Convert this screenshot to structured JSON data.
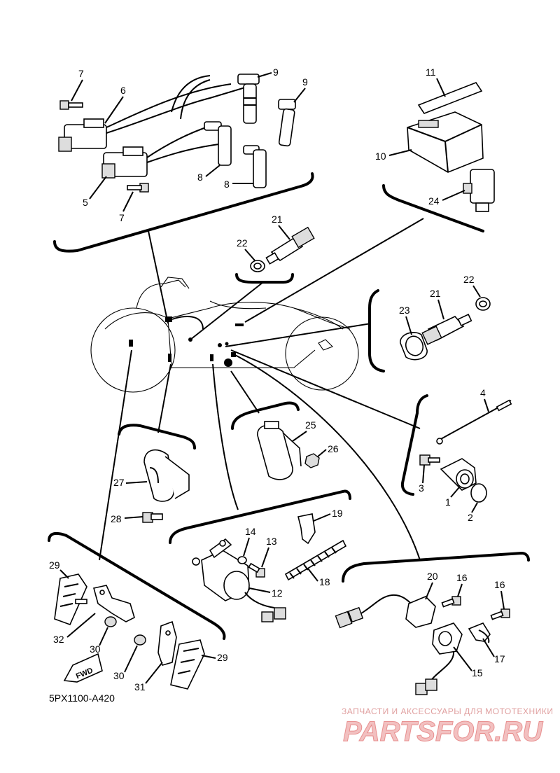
{
  "diagram_code": "5PX1100-A420",
  "watermark": {
    "tagline": "ЗАПЧАСТИ И АКСЕССУАРЫ ДЛЯ МОТОТЕХНИКИ",
    "brand": "PARTSFOR.RU"
  },
  "fwd_arrow": "FWD",
  "callouts": {
    "p1": "1",
    "p2": "2",
    "p3": "3",
    "p4": "4",
    "p5": "5",
    "p6": "6",
    "p7a": "7",
    "p7b": "7",
    "p8a": "8",
    "p8b": "8",
    "p9a": "9",
    "p9b": "9",
    "p10": "10",
    "p11": "11",
    "p12": "12",
    "p13": "13",
    "p14": "14",
    "p15": "15",
    "p16a": "16",
    "p16b": "16",
    "p17": "17",
    "p18": "18",
    "p19": "19",
    "p20": "20",
    "p21a": "21",
    "p21b": "21",
    "p22a": "22",
    "p22b": "22",
    "p23": "23",
    "p24": "24",
    "p25": "25",
    "p26": "26",
    "p27": "27",
    "p28": "28",
    "p29a": "29",
    "p29b": "29",
    "p30a": "30",
    "p30b": "30",
    "p31": "31",
    "p32": "32"
  }
}
